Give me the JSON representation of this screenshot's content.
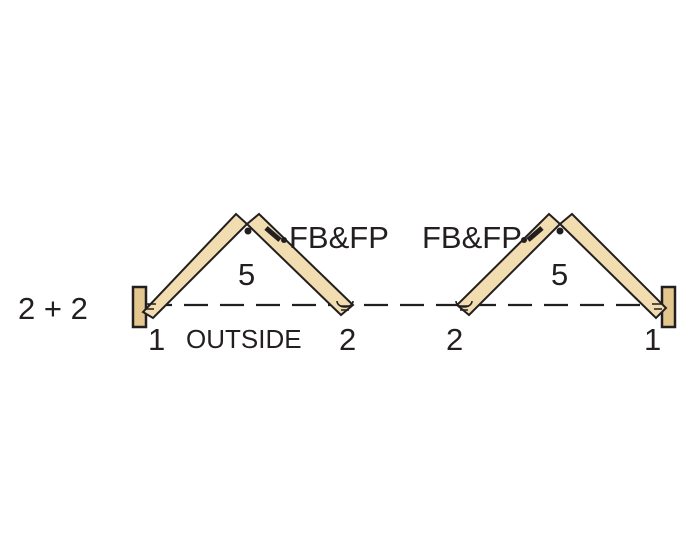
{
  "config_label": "2 + 2",
  "side_label": "OUTSIDE",
  "hardware_left": "FB&FP",
  "hardware_right": "FB&FP",
  "panels": {
    "left_outer_number": "1",
    "left_inner_number": "2",
    "left_hinge_number": "5",
    "right_inner_number": "2",
    "right_outer_number": "1",
    "right_hinge_number": "5"
  },
  "colors": {
    "panel_fill": "#f1ddb0",
    "jamb_fill": "#e4c78f",
    "line": "#231f20"
  }
}
